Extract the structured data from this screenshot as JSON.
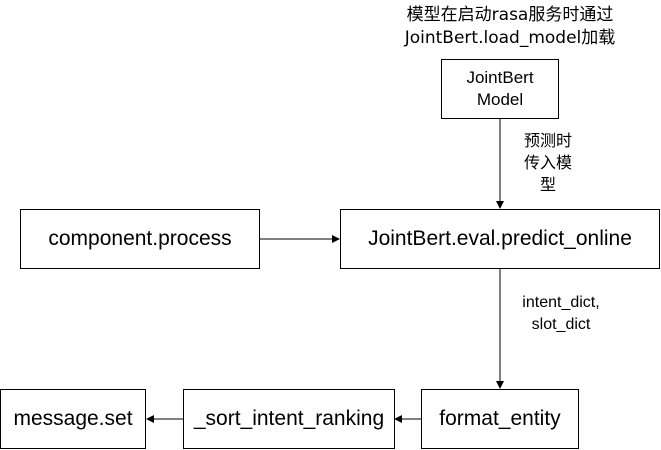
{
  "diagram": {
    "top_note": {
      "line1": "模型在启动rasa服务时通过",
      "line2": "JointBert.load_model加载"
    },
    "nodes": {
      "jointbert_model": {
        "line1": "JointBert",
        "line2": "Model"
      },
      "component_process": "component.process",
      "predict_online": "JointBert.eval.predict_online",
      "format_entity": "format_entity",
      "sort_intent_ranking": "_sort_intent_ranking",
      "message_set": "message.set"
    },
    "edge_labels": {
      "model_to_predict": {
        "line1": "预测时",
        "line2": "传入模",
        "line3": "型"
      },
      "predict_to_format": {
        "line1": "intent_dict,",
        "line2": "slot_dict"
      }
    },
    "colors": {
      "stroke": "#000000",
      "background": "#ffffff",
      "text": "#000000"
    }
  }
}
